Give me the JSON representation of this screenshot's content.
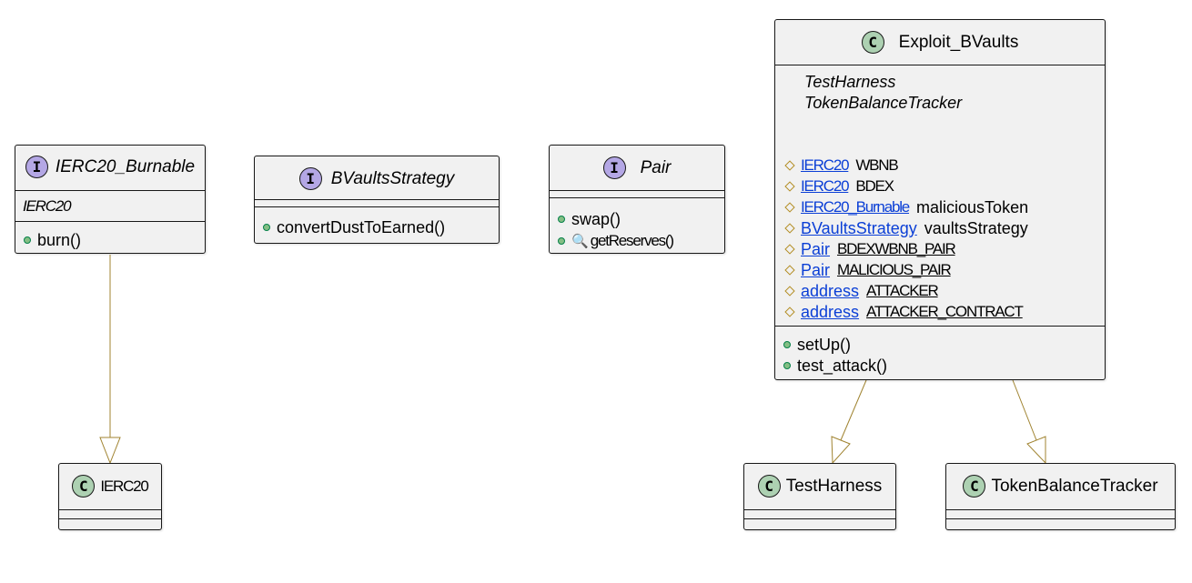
{
  "colors": {
    "interface_badge": "#b4a7e5",
    "class_badge": "#add1b2",
    "box_fill": "#f1f1f1",
    "edge": "#a08330",
    "link": "#0b3fd6",
    "public_method": "#84be84",
    "protected_field": "#b38d22"
  },
  "ierc20_burnable": {
    "badge": "I",
    "name": "IERC20_Burnable",
    "parent": "IERC20",
    "methods": [
      "burn()"
    ]
  },
  "bvaults_strategy": {
    "badge": "I",
    "name": "BVaultsStrategy",
    "methods": [
      "convertDustToEarned()"
    ]
  },
  "pair": {
    "badge": "I",
    "name": "Pair",
    "methods": [
      "swap()",
      "getReserves()"
    ],
    "view_icon": "magnifier-icon"
  },
  "exploit": {
    "badge": "C",
    "name": "Exploit_BVaults",
    "parents": [
      "TestHarness",
      "TokenBalanceTracker"
    ],
    "fields": [
      {
        "type": "IERC20",
        "name": "WBNB"
      },
      {
        "type": "IERC20",
        "name": "BDEX"
      },
      {
        "type": "IERC20_Burnable",
        "name": "maliciousToken"
      },
      {
        "type": "BVaultsStrategy",
        "name": "vaultsStrategy"
      },
      {
        "type": "Pair",
        "name": "BDEXWBNB_PAIR"
      },
      {
        "type": "Pair",
        "name": "MALICIOUS_PAIR"
      },
      {
        "type": "address",
        "name": "ATTACKER"
      },
      {
        "type": "address",
        "name": "ATTACKER_CONTRACT"
      }
    ],
    "methods": [
      "setUp()",
      "test_attack()"
    ]
  },
  "ierc20": {
    "badge": "C",
    "name": "IERC20"
  },
  "test_harness": {
    "badge": "C",
    "name": "TestHarness"
  },
  "token_balance_tracker": {
    "badge": "C",
    "name": "TokenBalanceTracker"
  }
}
